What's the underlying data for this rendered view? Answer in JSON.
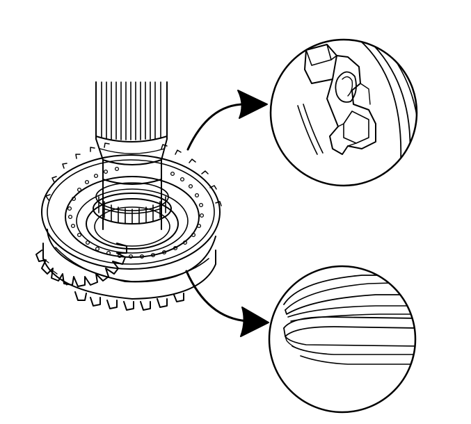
{
  "figure": {
    "kind": "exploded-view-line-art",
    "colors": {
      "line": "#000000",
      "background": "#ffffff"
    },
    "callouts": [
      {
        "name": "detail-upper",
        "icon": "synchronizer-key-detail"
      },
      {
        "name": "detail-lower",
        "icon": "snap-ring-groove-detail"
      }
    ]
  }
}
